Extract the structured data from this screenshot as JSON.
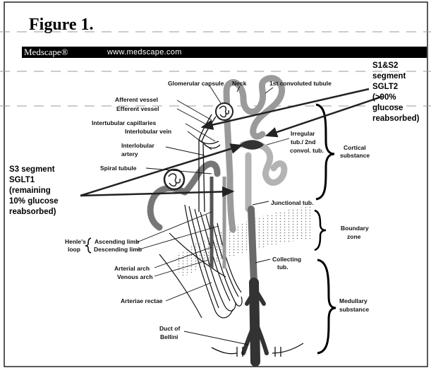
{
  "figure": {
    "title": "Figure 1."
  },
  "banner": {
    "logo": "Medscape®",
    "url": "www.medscape.com"
  },
  "diagram": {
    "labels": {
      "glomerular_capsule": "Glomerular capsule",
      "neck": "Neck",
      "first_convoluted": "1st convoluted tubule",
      "afferent": "Afferent vessel",
      "efferent": "Efferent vessel",
      "intertubular": "Intertubular capillaries",
      "interlobular_vein": "Interlobular vein",
      "interlobular_artery_1": "Interlobular",
      "interlobular_artery_2": "artery",
      "spiral": "Spiral tubule",
      "irregular_1": "Irregular",
      "irregular_2": "tub./ 2nd",
      "irregular_3": "convol. tub.",
      "cortical_1": "Cortical",
      "cortical_2": "substance",
      "junctional": "Junctional tub.",
      "boundary_1": "Boundary",
      "boundary_2": "zone",
      "henle_1": "Henle's",
      "henle_2": "loop",
      "ascending": "Ascending limb",
      "descending": "Descending limb",
      "arterial_arch": "Arterial arch",
      "venous_arch": "Venous arch",
      "arteriae_rectae": "Arteriae rectae",
      "collecting_1": "Collecting",
      "collecting_2": "tub.",
      "medullary_1": "Medullary",
      "medullary_2": "substance",
      "bellini_1": "Duct of",
      "bellini_2": "Bellini"
    },
    "annotations": {
      "s3": [
        "S3 segment",
        "SGLT1",
        "(remaining",
        "10% glucose",
        "reabsorbed)"
      ],
      "s1s2": [
        "S1&S2",
        "segment",
        "SGLT2",
        "(>90%",
        "glucose",
        "reabsorbed)"
      ]
    }
  }
}
